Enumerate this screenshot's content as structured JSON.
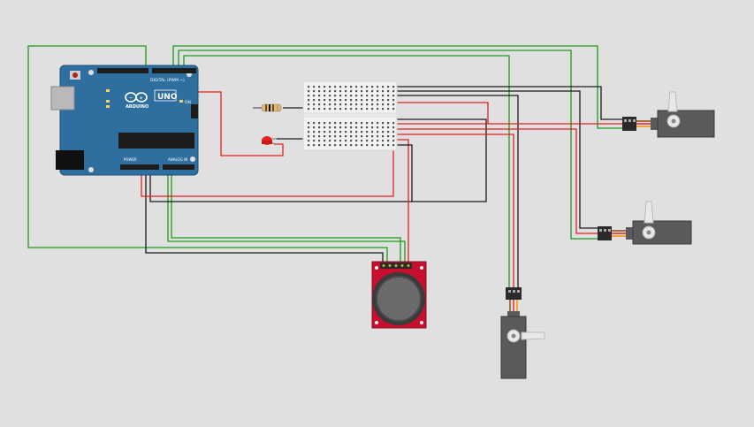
{
  "arduino": {
    "model_label": "UNO",
    "brand_label": "ARDUINO",
    "header_digital": "DIGITAL (PWM ~)",
    "header_power": "POWER",
    "header_analog": "ANALOG IN",
    "on_label": "ON"
  },
  "components": {
    "breadboard": "mini breadboard",
    "resistor": "resistor",
    "led": "red led",
    "joystick": "thumb joystick",
    "servos": [
      "servo-top-right",
      "servo-middle-right",
      "servo-bottom"
    ]
  },
  "colors": {
    "background": "#e0e0e0",
    "board": "#2f6f9f",
    "wire_green": "#1f9a1f",
    "wire_red": "#e52020",
    "wire_black": "#1a1a1a",
    "joystick_pcb": "#c8102e",
    "servo_body": "#5a5a5a",
    "breadboard": "#f2f2f2"
  }
}
